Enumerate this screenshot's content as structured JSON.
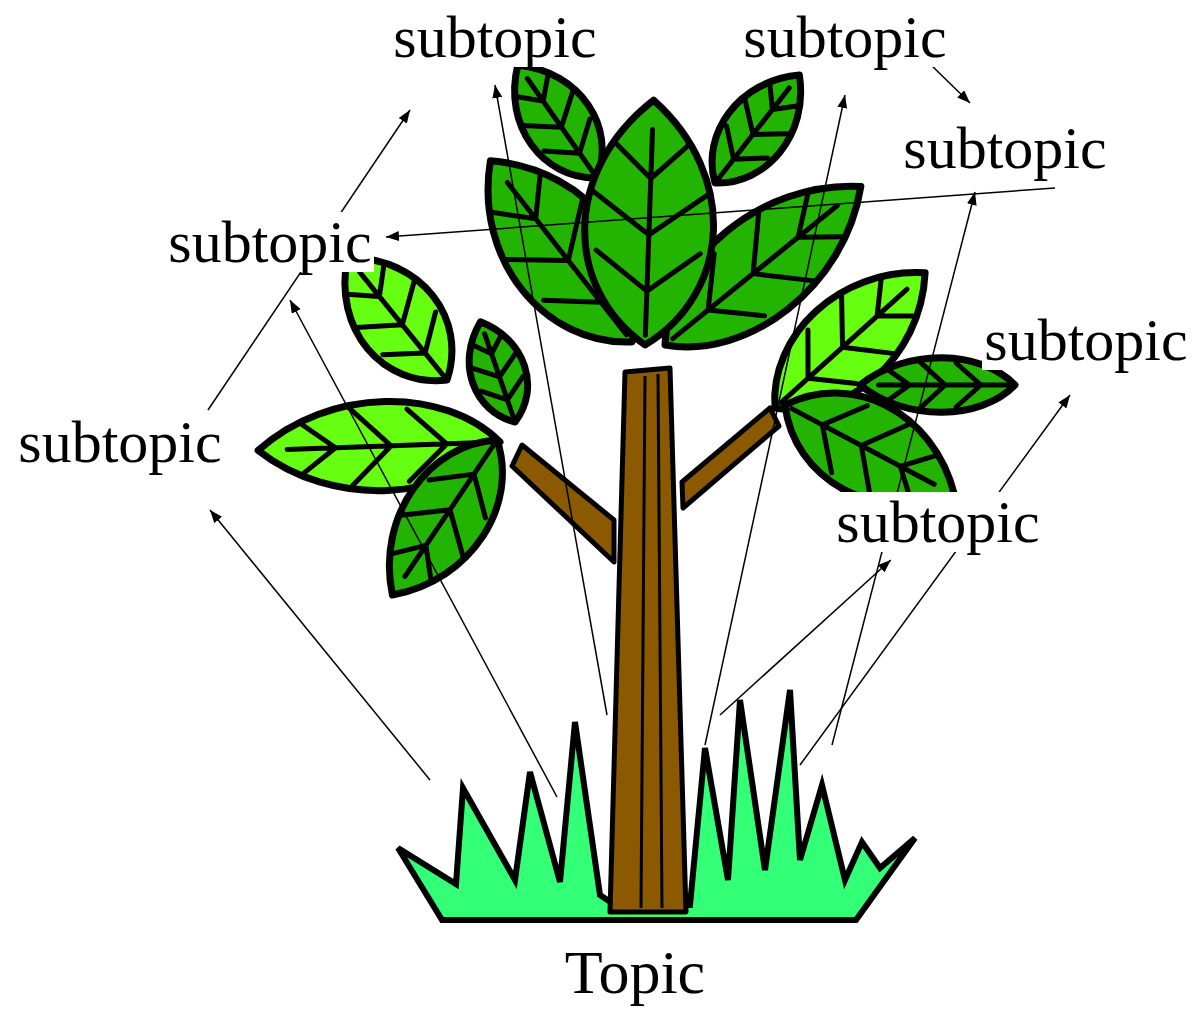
{
  "diagram": {
    "nodes": [
      {
        "text": [
          "subtopic"
        ]
      },
      {
        "text": [
          "subtopic"
        ]
      },
      {
        "text": [
          "subtopic"
        ]
      },
      {
        "text": [
          "subtopic"
        ]
      },
      {
        "text": [
          "subtopic"
        ]
      },
      {
        "text": [
          "subtopic"
        ]
      },
      {
        "text": [
          "subtopic"
        ]
      },
      {
        "text": [
          "Topic"
        ]
      }
    ],
    "edges": [
      {
        "from": 7,
        "to": 0,
        "arrow": "to"
      },
      {
        "from": 7,
        "to": 1,
        "arrow": "to"
      },
      {
        "from": 1,
        "to": 2,
        "arrow": "to"
      },
      {
        "from": 7,
        "to": 2,
        "arrow": "to"
      },
      {
        "from": 2,
        "to": 3,
        "arrow": "to"
      },
      {
        "from": 7,
        "to": 3,
        "arrow": "to"
      },
      {
        "from": 5,
        "to": 0,
        "arrow": "to"
      },
      {
        "from": 7,
        "to": 4,
        "arrow": "to"
      },
      {
        "from": 7,
        "to": 5,
        "arrow": "to"
      },
      {
        "from": 7,
        "to": 6,
        "arrow": "to"
      }
    ]
  }
}
